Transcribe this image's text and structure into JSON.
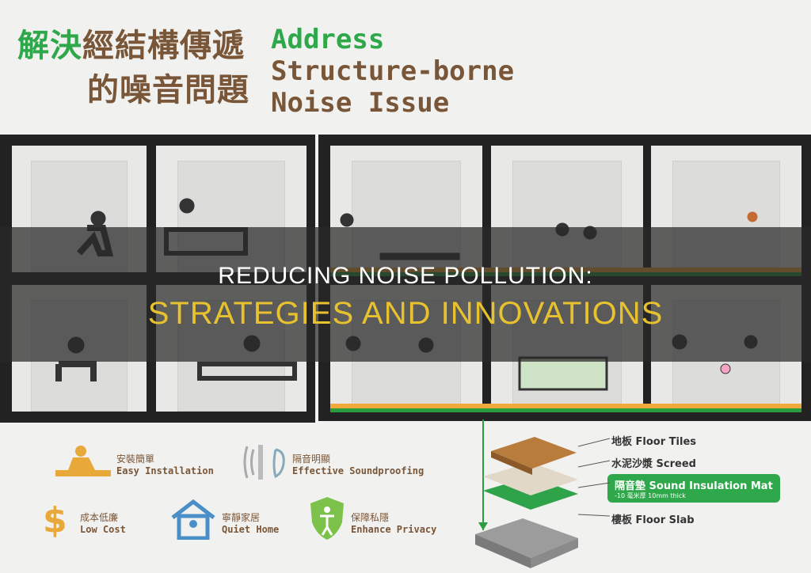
{
  "header": {
    "cn_line1_hl": "解決",
    "cn_line1_rest": "經結構傳遞",
    "cn_line2": "的噪音問題",
    "en_line1": "Address",
    "en_line2": "Structure-borne",
    "en_line3": "Noise Issue"
  },
  "banner": {
    "line1": "REDUCING NOISE POLLUTION:",
    "line2": "STRATEGIES AND INNOVATIONS"
  },
  "features": [
    {
      "cn": "安裝簡單",
      "en": "Easy Installation"
    },
    {
      "cn": "隔音明顯",
      "en": "Effective Soundproofing"
    },
    {
      "cn": "成本低廉",
      "en": "Low Cost"
    },
    {
      "cn": "寧靜家居",
      "en": "Quiet Home"
    },
    {
      "cn": "保障私隱",
      "en": "Enhance Privacy"
    }
  ],
  "layers": {
    "tiles": "地板 Floor Tiles",
    "screed": "水泥沙漿 Screed",
    "mat": "隔音墊 Sound Insulation Mat",
    "mat_note": "-10 毫米厚 10mm thick",
    "slab": "樓板 Floor Slab"
  },
  "colors": {
    "green": "#2ea84a",
    "brown": "#7a5638",
    "orange": "#f2a93b",
    "yellow": "#e8c22e"
  }
}
